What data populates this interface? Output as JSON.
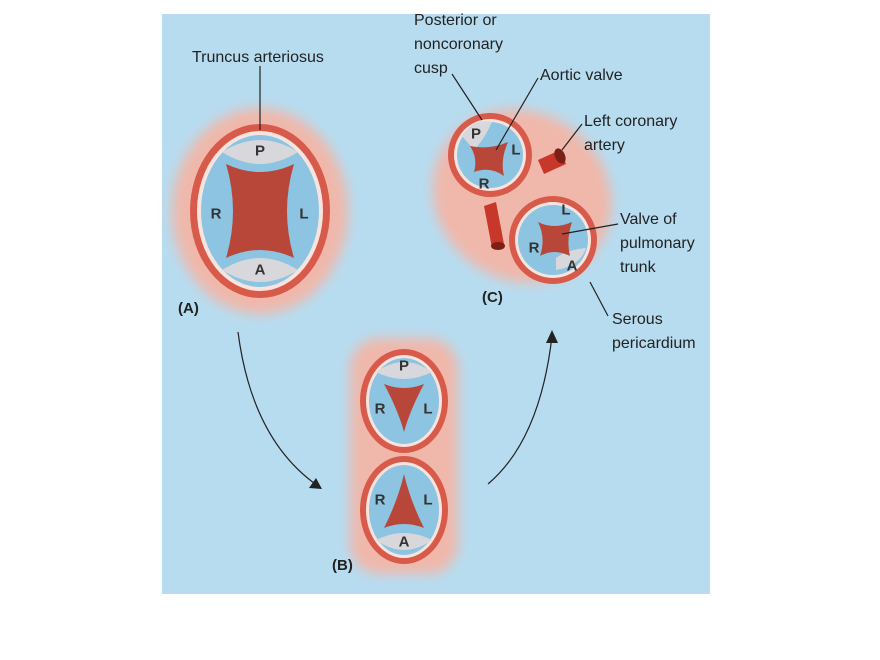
{
  "colors": {
    "background_panel": "#b7dcf0",
    "pericardium_glow": "#f0b8aa",
    "wall_ring": "#d85a4a",
    "ring_inner": "#f7e4de",
    "lumen": "#8cc4e2",
    "cusp_gray": "#d8d8dc",
    "valve_center": "#b8473a",
    "artery": "#c7372a"
  },
  "labels": {
    "truncus": "Truncus arteriosus",
    "posterior_line1": "Posterior or",
    "posterior_line2": "noncoronary",
    "posterior_line3": "cusp",
    "aortic_valve": "Aortic valve",
    "left_coronary_line1": "Left coronary",
    "left_coronary_line2": "artery",
    "pulmonary_line1": "Valve of",
    "pulmonary_line2": "pulmonary",
    "pulmonary_line3": "trunk",
    "serous_line1": "Serous",
    "serous_line2": "pericardium"
  },
  "panels": {
    "a": "(A)",
    "b": "(B)",
    "c": "(C)"
  },
  "cusps": {
    "p": "P",
    "r": "R",
    "l": "L",
    "a": "A"
  }
}
